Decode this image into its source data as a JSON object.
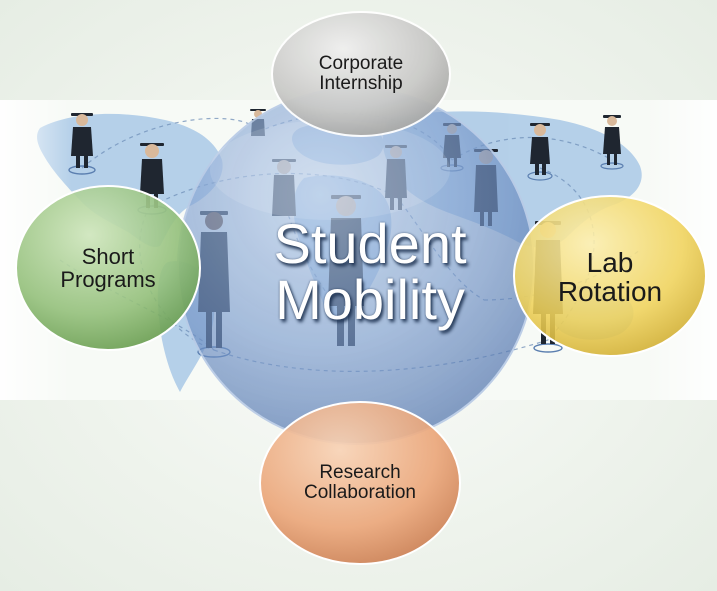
{
  "center": {
    "title": "Student\nMobility"
  },
  "nodes": {
    "top": "Corporate\nInternship",
    "left": "Short\nPrograms",
    "right": "Lab\nRotation",
    "bottom": "Research\nCollaboration"
  },
  "colors": {
    "center": "#7f9fcf",
    "top": "#c8c8c6",
    "left": "#94c07b",
    "right": "#f0d35c",
    "bottom": "#eba578",
    "map": "#a9c8e6"
  }
}
